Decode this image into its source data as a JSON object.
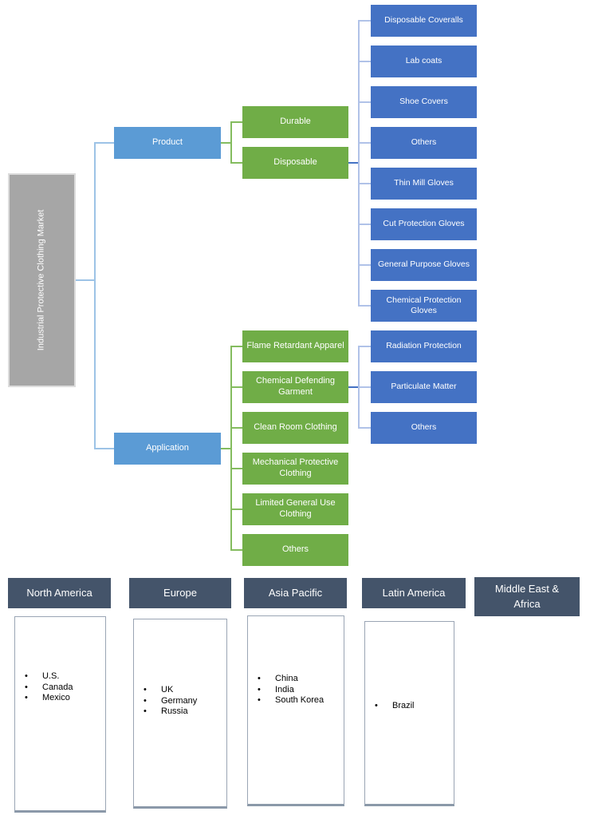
{
  "root": {
    "label": "Industrial Protective Clothing Market"
  },
  "colors": {
    "root_gray": "#a6a6a6",
    "segment_blue": "#5b9bd5",
    "sub_green": "#70ad47",
    "leaf_blue": "#4472c4",
    "region_header_dark": "#44546a",
    "connector_light_blue": "#9dc3e6",
    "connector_green": "#84bc5f",
    "connector_pale_blue": "#b0c2e8"
  },
  "segments": {
    "product": {
      "label": "Product",
      "children": [
        {
          "label": "Durable"
        },
        {
          "label": "Disposable"
        }
      ],
      "disposable_types": [
        "Disposable Coveralls",
        "Lab coats",
        "Shoe Covers",
        "Others",
        "Thin Mill Gloves",
        "Cut Protection Gloves",
        "General Purpose Gloves",
        "Chemical Protection Gloves"
      ]
    },
    "application": {
      "label": "Application",
      "children": [
        {
          "label": "Flame Retardant Apparel"
        },
        {
          "label": "Chemical Defending Garment"
        },
        {
          "label": "Clean Room Clothing"
        },
        {
          "label": "Mechanical Protective Clothing"
        },
        {
          "label": "Limited General Use Clothing"
        },
        {
          "label": "Others"
        }
      ],
      "chemical_defending_types": [
        "Radiation Protection",
        "Particulate Matter",
        "Others"
      ]
    }
  },
  "regions": [
    {
      "label": "North America",
      "countries": [
        "U.S.",
        "Canada",
        "Mexico"
      ]
    },
    {
      "label": "Europe",
      "countries": [
        "UK",
        "Germany",
        "Russia"
      ]
    },
    {
      "label": "Asia Pacific",
      "countries": [
        "China",
        "India",
        "South Korea"
      ]
    },
    {
      "label": "Latin America",
      "countries": [
        "Brazil"
      ]
    },
    {
      "label": "Middle East & Africa",
      "countries": []
    }
  ]
}
